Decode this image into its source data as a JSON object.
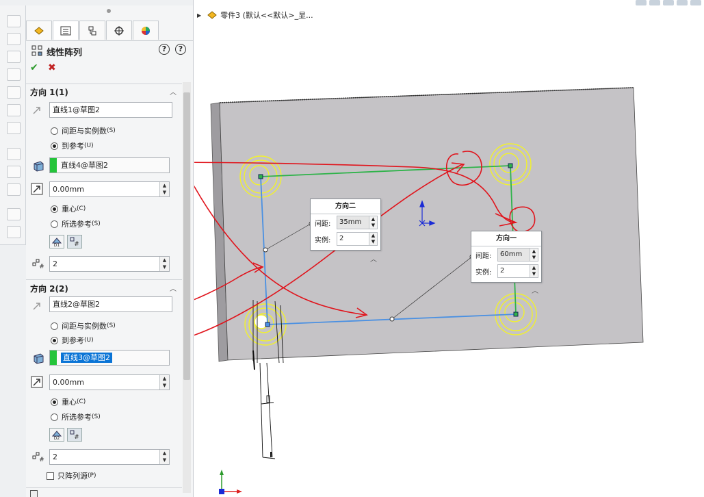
{
  "feature": {
    "title": "线性阵列",
    "help_icons": [
      "help-tips-icon",
      "help-icon"
    ]
  },
  "tabs": [
    "featuremanager-icon",
    "propertymanager-icon",
    "configurationmanager-icon",
    "dimxpert-icon",
    "appearance-icon"
  ],
  "direction1": {
    "title": "方向 1(1)",
    "direction_ref": "直线1@草图2",
    "radio_spacing": "间距与实例数",
    "radio_spacing_key": "(S)",
    "radio_upto": "到参考",
    "radio_upto_key": "(U)",
    "reference": "直线4@草图2",
    "offset": "0.00mm",
    "radio_centroid": "重心",
    "radio_centroid_key": "(C)",
    "radio_selected": "所选参考",
    "radio_selected_key": "(S)",
    "instances": "2"
  },
  "direction2": {
    "title": "方向 2(2)",
    "direction_ref": "直线2@草图2",
    "radio_spacing": "间距与实例数",
    "radio_spacing_key": "(S)",
    "radio_upto": "到参考",
    "radio_upto_key": "(U)",
    "reference": "直线3@草图2",
    "offset": "0.00mm",
    "radio_centroid": "重心",
    "radio_centroid_key": "(C)",
    "radio_selected": "所选参考",
    "radio_selected_key": "(S)",
    "instances": "2",
    "seed_only": "只阵列源",
    "seed_only_key": "(P)"
  },
  "breadcrumb": {
    "text": "零件3 (默认<<默认>_显..."
  },
  "callout_dir2": {
    "title": "方向二",
    "spacing_label": "间距:",
    "spacing_value": "35mm",
    "instances_label": "实例:",
    "instances_value": "2"
  },
  "callout_dir1": {
    "title": "方向一",
    "spacing_label": "间距:",
    "spacing_value": "60mm",
    "instances_label": "实例:",
    "instances_value": "2"
  },
  "colors": {
    "plate": "#c5c3c6",
    "sketch_blue": "#4a90e2",
    "sketch_green": "#2fb34a",
    "hole_yellow": "#f2f22a",
    "annotation_red": "#e0141c",
    "selection_blue": "#0a74d6"
  }
}
